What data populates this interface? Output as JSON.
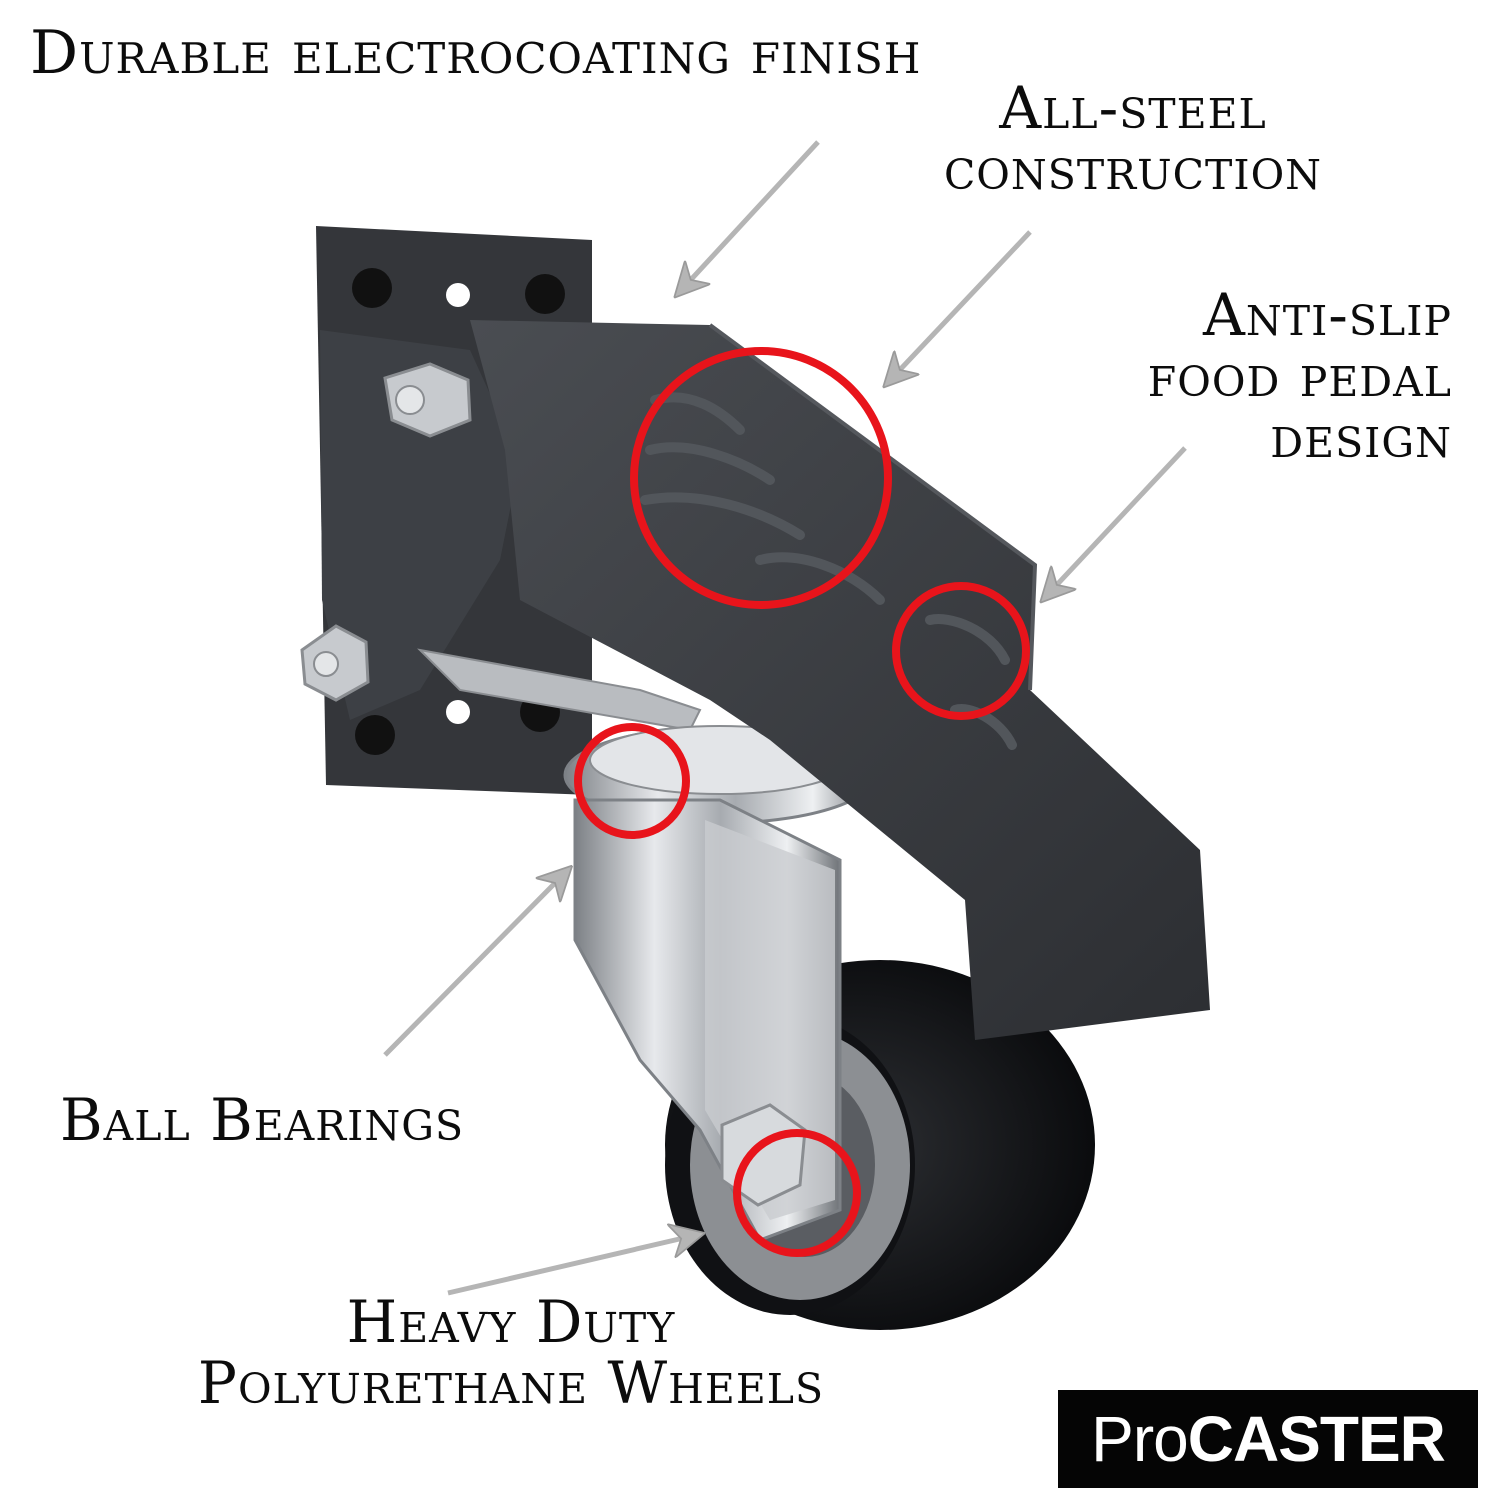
{
  "annotations": {
    "finish": {
      "lines": [
        "Durable electrocoating finish"
      ]
    },
    "steel": {
      "lines": [
        "All-steel",
        "construction"
      ]
    },
    "pedal": {
      "lines": [
        "Anti-slip",
        "food pedal",
        "design"
      ]
    },
    "bearings": {
      "lines": [
        "Ball Bearings"
      ]
    },
    "wheels": {
      "lines": [
        "Heavy Duty",
        "Polyurethane Wheels"
      ]
    }
  },
  "logo": {
    "prefix": "Pro",
    "brand": "CASTER"
  },
  "colors": {
    "highlight_circle": "#e8141b",
    "arrow": "#b5b5b5",
    "pedal": "#3b3d41",
    "plate": "#34363a",
    "steel": "#c9ccd0",
    "wheel": "#101114",
    "hub": "#8c8f93",
    "logo_bg": "#050505"
  },
  "icons": [
    "caster-wheel-illustration",
    "highlight-circle",
    "callout-arrow"
  ]
}
